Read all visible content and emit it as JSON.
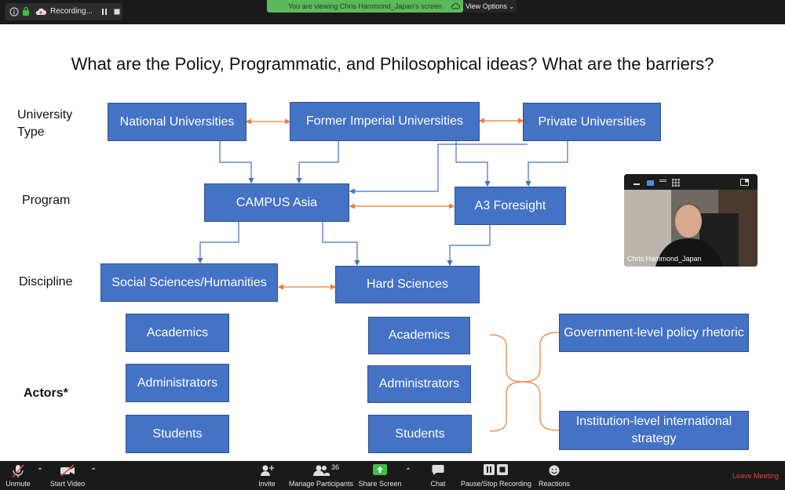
{
  "top_bar": {
    "recording_label": "Recording...",
    "banner_text": "You are viewing Chris Hammond_Japan's screen",
    "view_options_label": "View Options"
  },
  "slide": {
    "title": "What are the Policy, Programmatic, and Philosophical ideas? What are the barriers?",
    "row_labels": {
      "university_type_line1": "University",
      "university_type_line2": "Type",
      "program": "Program",
      "discipline": "Discipline",
      "actors": "Actors*"
    },
    "boxes": {
      "national": "National Universities",
      "former_imperial": "Former Imperial Universities",
      "private": "Private Universities",
      "campus_asia": "CAMPUS Asia",
      "a3_foresight": "A3 Foresight",
      "social_sciences": "Social Sciences/Humanities",
      "hard_sciences": "Hard Sciences",
      "left_academics": "Academics",
      "left_administrators": "Administrators",
      "left_students": "Students",
      "right_academics": "Academics",
      "right_administrators": "Administrators",
      "right_students": "Students",
      "government_policy": "Government-level policy rhetoric",
      "institution_strategy": "Institution-level international strategy"
    },
    "colors": {
      "box_fill": "#4472c4",
      "box_border": "#2f528f",
      "arrow_blue": "#4472c4",
      "arrow_orange": "#ed7d31"
    }
  },
  "video_tile": {
    "participant_name": "Chris Hammond_Japan"
  },
  "bottom_bar": {
    "unmute": "Unmute",
    "start_video": "Start Video",
    "invite": "Invite",
    "manage_participants": "Manage Participants",
    "participant_count": "36",
    "share_screen": "Share Screen",
    "chat": "Chat",
    "pause_stop_recording": "Pause/Stop Recording",
    "reactions": "Reactions",
    "leave_meeting": "Leave Meeting"
  }
}
